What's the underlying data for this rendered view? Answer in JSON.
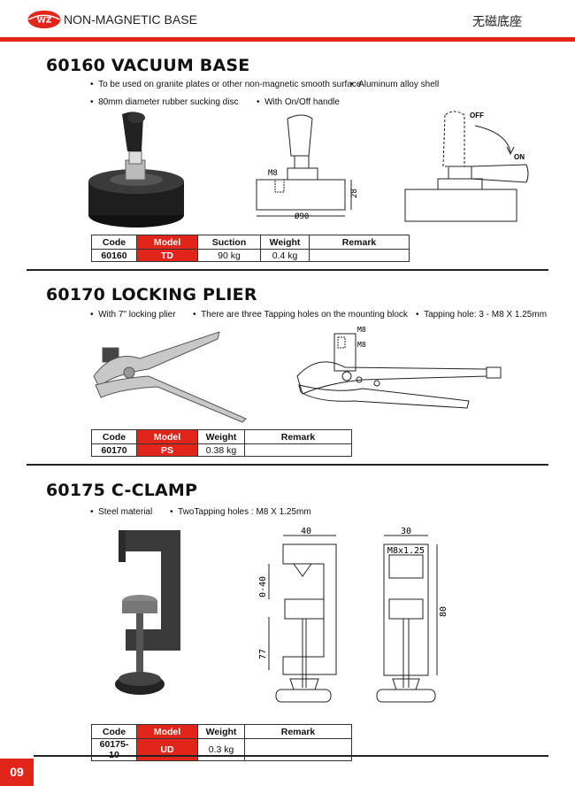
{
  "header": {
    "logo_text": "WZ",
    "title": "NON-MAGNETIC BASE",
    "title_cn": "无磁底座"
  },
  "sections": [
    {
      "title": "60160  VACUUM BASE",
      "bullets": [
        "To be used on granite plates or other non-magnetic smooth surface",
        "Aluminum alloy shell",
        "80mm diameter rubber sucking disc",
        "With On/Off handle"
      ],
      "drawing_labels": [
        "M8",
        "28",
        "Ø90",
        "OFF",
        "ON"
      ],
      "table": {
        "headers": [
          "Code",
          "Model",
          "Suction",
          "Weight",
          "Remark"
        ],
        "row": [
          "60160",
          "TD",
          "90  kg",
          "0.4  kg",
          ""
        ]
      }
    },
    {
      "title": "60170  LOCKING PLIER",
      "bullets": [
        "With 7\" locking plier",
        "There are three Tapping holes on the mounting block",
        "Tapping hole: 3 - M8 X 1.25mm"
      ],
      "drawing_labels": [
        "M8",
        "M8"
      ],
      "table": {
        "headers": [
          "Code",
          "Model",
          "Weight",
          "Remark"
        ],
        "row": [
          "60170",
          "PS",
          "0.38  kg",
          ""
        ]
      }
    },
    {
      "title": "60175  C-CLAMP",
      "bullets": [
        "Steel material",
        "TwoTapping holes : M8 X 1.25mm"
      ],
      "drawing_labels": [
        "40",
        "0-40",
        "77",
        "30",
        "M8x1.25",
        "80"
      ],
      "table": {
        "headers": [
          "Code",
          "Model",
          "Weight",
          "Remark"
        ],
        "row": [
          "60175-10",
          "UD",
          "0.3  kg",
          ""
        ]
      }
    }
  ],
  "footer": {
    "page_number": "09"
  },
  "colors": {
    "accent": "#e1251b",
    "text": "#111111"
  }
}
